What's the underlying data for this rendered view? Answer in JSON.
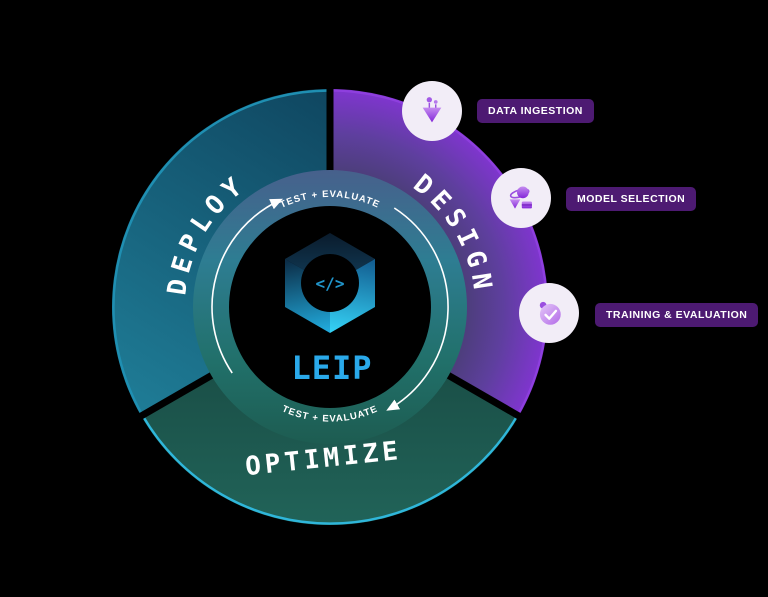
{
  "wheel": {
    "center_logo": "LEIP",
    "center_icon": "</>",
    "cycle_label_top": "TEST + EVALUATE",
    "cycle_label_bottom": "TEST + EVALUATE",
    "segments": [
      {
        "label": "DEPLOY"
      },
      {
        "label": "DESIGN"
      },
      {
        "label": "OPTIMIZE"
      }
    ]
  },
  "callouts": [
    {
      "label": "DATA INGESTION",
      "icon": "data-ingestion-icon"
    },
    {
      "label": "MODEL SELECTION",
      "icon": "model-selection-icon"
    },
    {
      "label": "TRAINING & EVALUATION",
      "icon": "training-evaluation-icon"
    }
  ],
  "colors": {
    "background": "#000000",
    "deploy_teal": "#1e7d98",
    "design_purple": "#8334d4",
    "optimize_green": "#206156",
    "accent_blue": "#2aa9ea",
    "badge_purple": "#4d1a72",
    "icon_circle": "#f2edf7"
  }
}
